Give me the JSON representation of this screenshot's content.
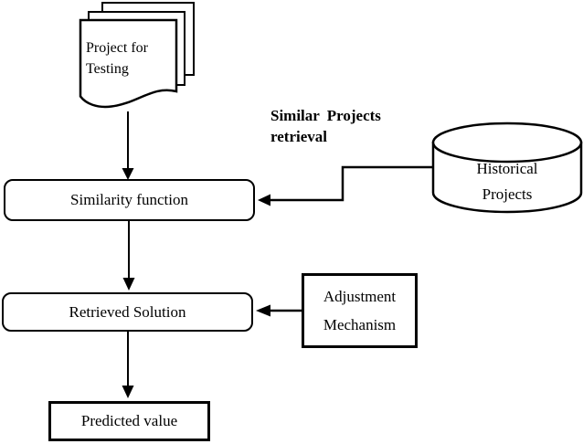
{
  "diagram": {
    "nodes": {
      "project_for_testing": {
        "label": "Project for Testing",
        "shape": "document-stack"
      },
      "historical_projects": {
        "label": "Historical Projects",
        "shape": "database-cylinder"
      },
      "similarity_function": {
        "label": "Similarity function",
        "shape": "rounded-rectangle"
      },
      "retrieved_solution": {
        "label": "Retrieved Solution",
        "shape": "rounded-rectangle"
      },
      "adjustment_mechanism": {
        "label": "Adjustment Mechanism",
        "shape": "rectangle"
      },
      "predicted_value": {
        "label": "Predicted value",
        "shape": "rectangle"
      }
    },
    "annotations": {
      "similar_projects_retrieval": {
        "label": "Similar Projects retrieval"
      }
    },
    "edges": [
      {
        "from": "project_for_testing",
        "to": "similarity_function"
      },
      {
        "from": "historical_projects",
        "to": "similarity_function"
      },
      {
        "from": "similarity_function",
        "to": "retrieved_solution"
      },
      {
        "from": "adjustment_mechanism",
        "to": "retrieved_solution"
      },
      {
        "from": "retrieved_solution",
        "to": "predicted_value"
      }
    ],
    "colors": {
      "line": "#000000",
      "background": "#ffffff"
    }
  }
}
